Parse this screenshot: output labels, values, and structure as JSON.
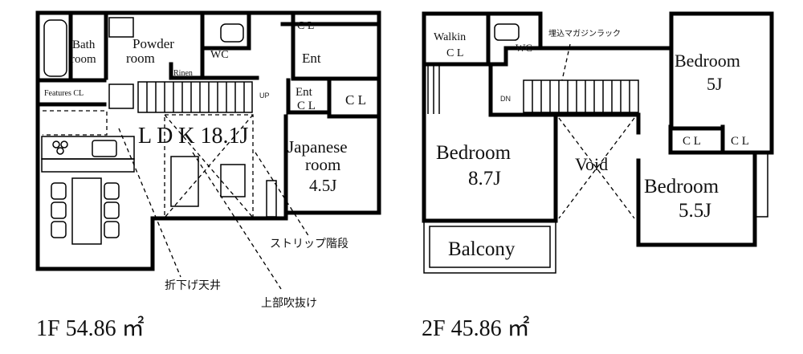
{
  "floor1": {
    "title": "1F 54.86 ㎡",
    "rooms": {
      "bath": [
        "Bath",
        "room"
      ],
      "powder": [
        "Powder",
        "room"
      ],
      "rinen": "Rinen",
      "wc": "WC",
      "cl_top": "C L",
      "ent": "Ent",
      "ent_cl": [
        "Ent",
        "C L"
      ],
      "cl": "C L",
      "features_cl": "Features CL",
      "up": "UP",
      "ldk": "L D K 18.1J",
      "japanese": [
        "Japanese",
        "room",
        "4.5J"
      ]
    },
    "annotations": {
      "strip_stairs": "ストリップ階段",
      "lowered_ceiling": "折下げ天井",
      "void_above": "上部吹抜け"
    }
  },
  "floor2": {
    "title": "2F 45.86 ㎡",
    "rooms": {
      "walkin": [
        "Walkin",
        "C L"
      ],
      "wc": "WC",
      "magazine_rack": "埋込マガジンラック",
      "bedroom5": [
        "Bedroom",
        "5J"
      ],
      "dn": "DN",
      "bedroom87": [
        "Bedroom",
        "8.7J"
      ],
      "void": "Void",
      "cl1": "C L",
      "cl2": "C L",
      "bedroom55": [
        "Bedroom",
        "5.5J"
      ],
      "balcony": "Balcony"
    }
  }
}
